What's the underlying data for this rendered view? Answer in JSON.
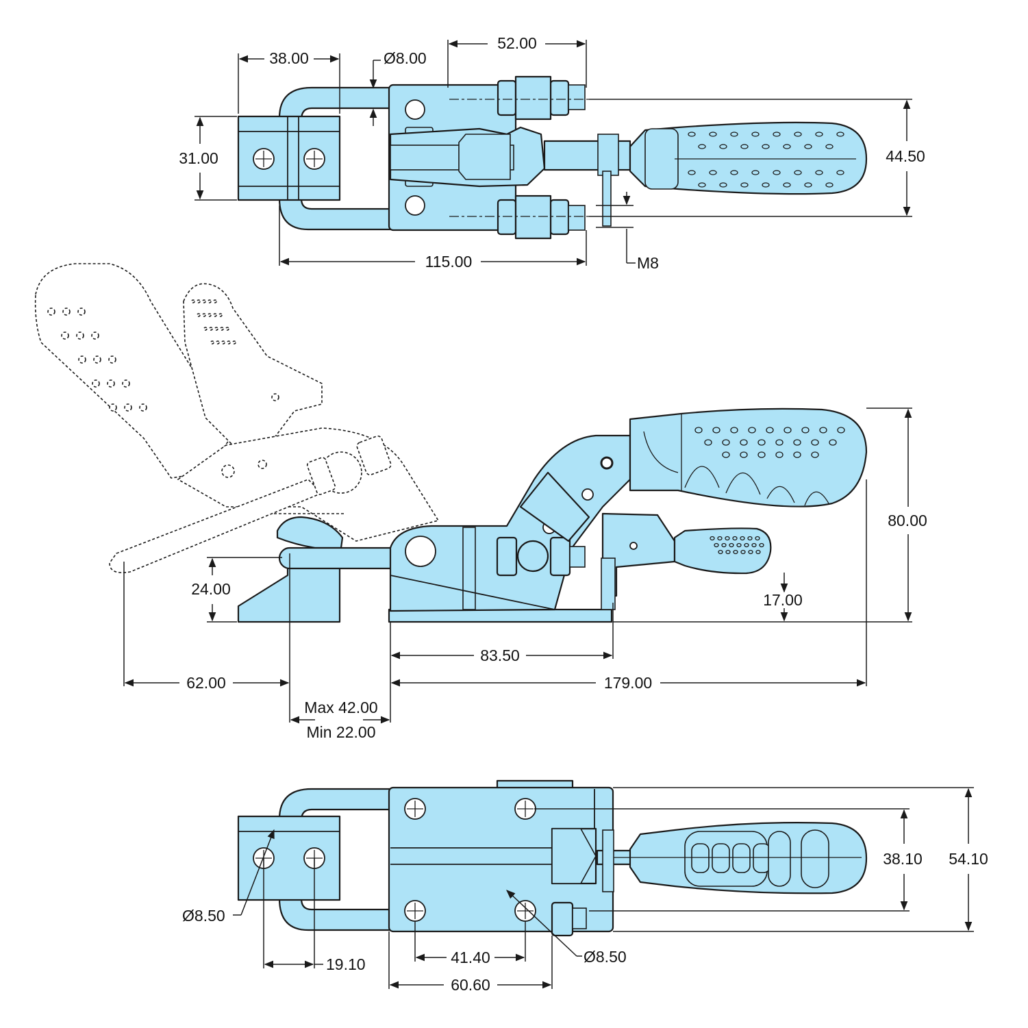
{
  "colors": {
    "part_fill": "#aee3f7",
    "outline": "#1a1a1a",
    "background": "#ffffff"
  },
  "top_view": {
    "dims": {
      "d_38": "38.00",
      "d_dia8": "Ø8.00",
      "d_52": "52.00",
      "d_31": "31.00",
      "d_44_5": "44.50",
      "d_115": "115.00",
      "d_m8": "M8"
    }
  },
  "side_view": {
    "dims": {
      "d_80": "80.00",
      "d_24": "24.00",
      "d_17": "17.00",
      "d_83_5": "83.50",
      "d_62": "62.00",
      "d_179": "179.00",
      "d_max": "Max 42.00",
      "d_min": "Min 22.00"
    }
  },
  "bottom_view": {
    "dims": {
      "d_38_1": "38.10",
      "d_54_1": "54.10",
      "d_dia8_5_left": "Ø8.50",
      "d_dia8_5_right": "Ø8.50",
      "d_19_1": "19.10",
      "d_41_4": "41.40",
      "d_60_6": "60.60"
    }
  }
}
